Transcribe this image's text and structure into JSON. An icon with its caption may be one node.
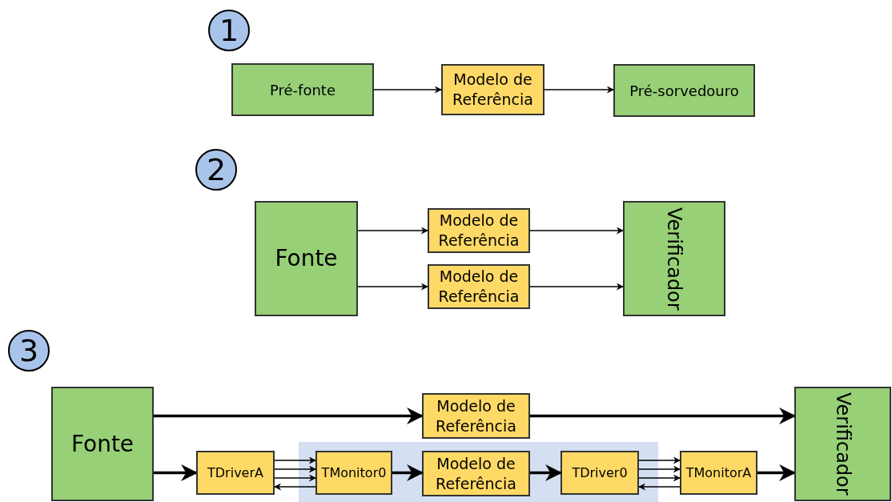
{
  "diagram": {
    "nodes": [
      {
        "text": [
          "1"
        ]
      },
      {
        "text": [
          "Pré-fonte"
        ]
      },
      {
        "text": [
          "Modelo de Referência"
        ]
      },
      {
        "text": [
          "Pré-sorvedouro"
        ]
      },
      {
        "text": [
          "2"
        ]
      },
      {
        "text": [
          "Fonte"
        ]
      },
      {
        "text": [
          "Modelo de Referência"
        ]
      },
      {
        "text": [
          "Modelo de Referência"
        ]
      },
      {
        "text": [
          "Verificador"
        ]
      },
      {
        "text": [
          "3"
        ]
      },
      {
        "text": [
          "Fonte"
        ]
      },
      {
        "text": [
          "Modelo de Referência"
        ]
      },
      {
        "text": [],
        "shape": "box"
      },
      {
        "text": [
          "TDriverA"
        ]
      },
      {
        "text": [
          "TMonitor0"
        ],
        "in": 12
      },
      {
        "text": [
          "Modelo de Referência"
        ],
        "in": 12
      },
      {
        "text": [
          "TDriver0"
        ],
        "in": 12
      },
      {
        "text": [
          "TMonitorA"
        ]
      },
      {
        "text": [
          "Verificador"
        ]
      }
    ],
    "edges": [
      {
        "from": 1,
        "to": 2,
        "arrow": "to"
      },
      {
        "from": 2,
        "to": 3,
        "arrow": "to"
      },
      {
        "from": 5,
        "to": 6,
        "arrow": "to"
      },
      {
        "from": 5,
        "to": 7,
        "arrow": "to"
      },
      {
        "from": 6,
        "to": 8,
        "arrow": "to"
      },
      {
        "from": 7,
        "to": 8,
        "arrow": "to"
      },
      {
        "from": 10,
        "to": 11,
        "arrow": "to",
        "style": "thick"
      },
      {
        "from": 11,
        "to": 18,
        "arrow": "to",
        "style": "thick"
      },
      {
        "from": 10,
        "to": 13,
        "arrow": "to",
        "style": "thick"
      },
      {
        "from": 13,
        "to": 14,
        "arrow": "to"
      },
      {
        "from": 13,
        "to": 14,
        "arrow": "to"
      },
      {
        "from": 13,
        "to": 14,
        "arrow": "to"
      },
      {
        "from": 14,
        "to": 13,
        "arrow": "to"
      },
      {
        "from": 14,
        "to": 15,
        "arrow": "to",
        "style": "thick"
      },
      {
        "from": 15,
        "to": 16,
        "arrow": "to",
        "style": "thick"
      },
      {
        "from": 16,
        "to": 17,
        "arrow": "to"
      },
      {
        "from": 16,
        "to": 17,
        "arrow": "to"
      },
      {
        "from": 16,
        "to": 17,
        "arrow": "to"
      },
      {
        "from": 17,
        "to": 16,
        "arrow": "to"
      },
      {
        "from": 17,
        "to": 18,
        "arrow": "to",
        "style": "thick"
      }
    ]
  }
}
